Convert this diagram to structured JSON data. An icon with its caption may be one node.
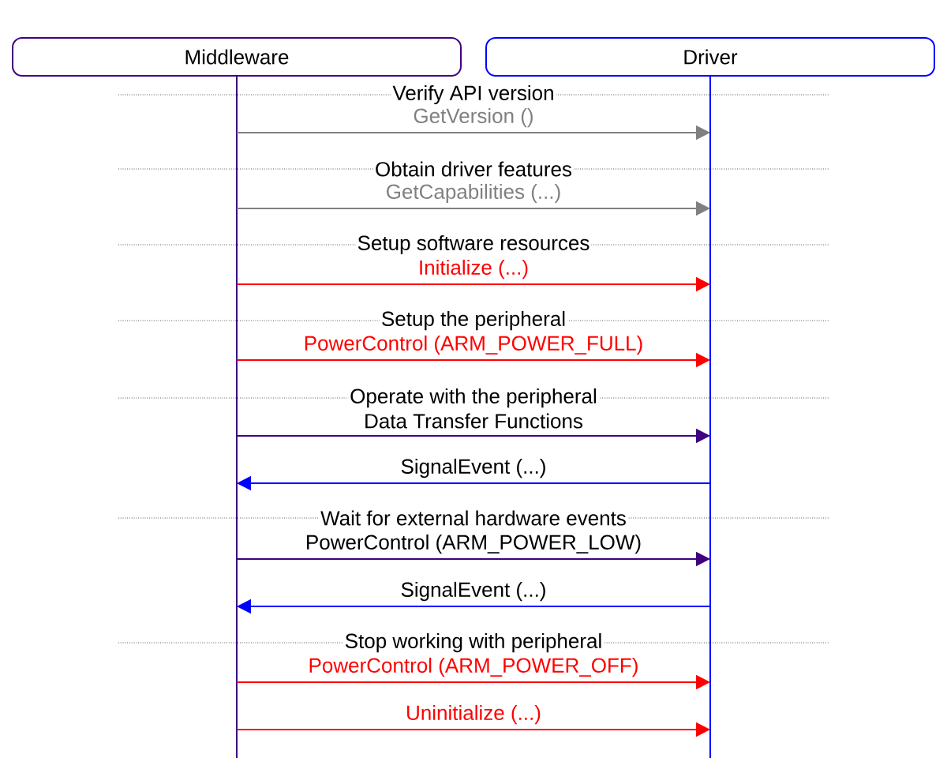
{
  "diagram": {
    "nodes": [
      {
        "text": [
          "Middleware"
        ]
      },
      {
        "text": [
          "Driver"
        ]
      }
    ],
    "edges": [
      {
        "from": 0,
        "to": 1,
        "arrow": "to",
        "label": "GetVersion ()",
        "color": "#808080"
      },
      {
        "from": 0,
        "to": 1,
        "arrow": "to",
        "label": "GetCapabilities (...)",
        "color": "#808080"
      },
      {
        "from": 0,
        "to": 1,
        "arrow": "to",
        "label": "Initialize (...)",
        "color": "#ff0000"
      },
      {
        "from": 0,
        "to": 1,
        "arrow": "to",
        "label": "PowerControl (ARM_POWER_FULL)",
        "color": "#ff0000"
      },
      {
        "from": 0,
        "to": 1,
        "arrow": "to",
        "label": "Data Transfer Functions",
        "color": "#400080"
      },
      {
        "from": 1,
        "to": 0,
        "arrow": "to",
        "label": "SignalEvent (...)",
        "color": "#0000ff"
      },
      {
        "from": 0,
        "to": 1,
        "arrow": "to",
        "label": "PowerControl (ARM_POWER_LOW)",
        "color": "#400080"
      },
      {
        "from": 1,
        "to": 0,
        "arrow": "to",
        "label": "SignalEvent (...)",
        "color": "#0000ff"
      },
      {
        "from": 0,
        "to": 1,
        "arrow": "to",
        "label": "PowerControl (ARM_POWER_OFF)",
        "color": "#ff0000"
      },
      {
        "from": 0,
        "to": 1,
        "arrow": "to",
        "label": "Uninitialize (...)",
        "color": "#ff0000"
      }
    ],
    "labels": [
      "Verify API version",
      "Obtain driver features",
      "Setup software resources",
      "Setup the peripheral",
      "Operate with the peripheral",
      "Wait for external hardware events",
      "Stop working with peripheral"
    ]
  }
}
